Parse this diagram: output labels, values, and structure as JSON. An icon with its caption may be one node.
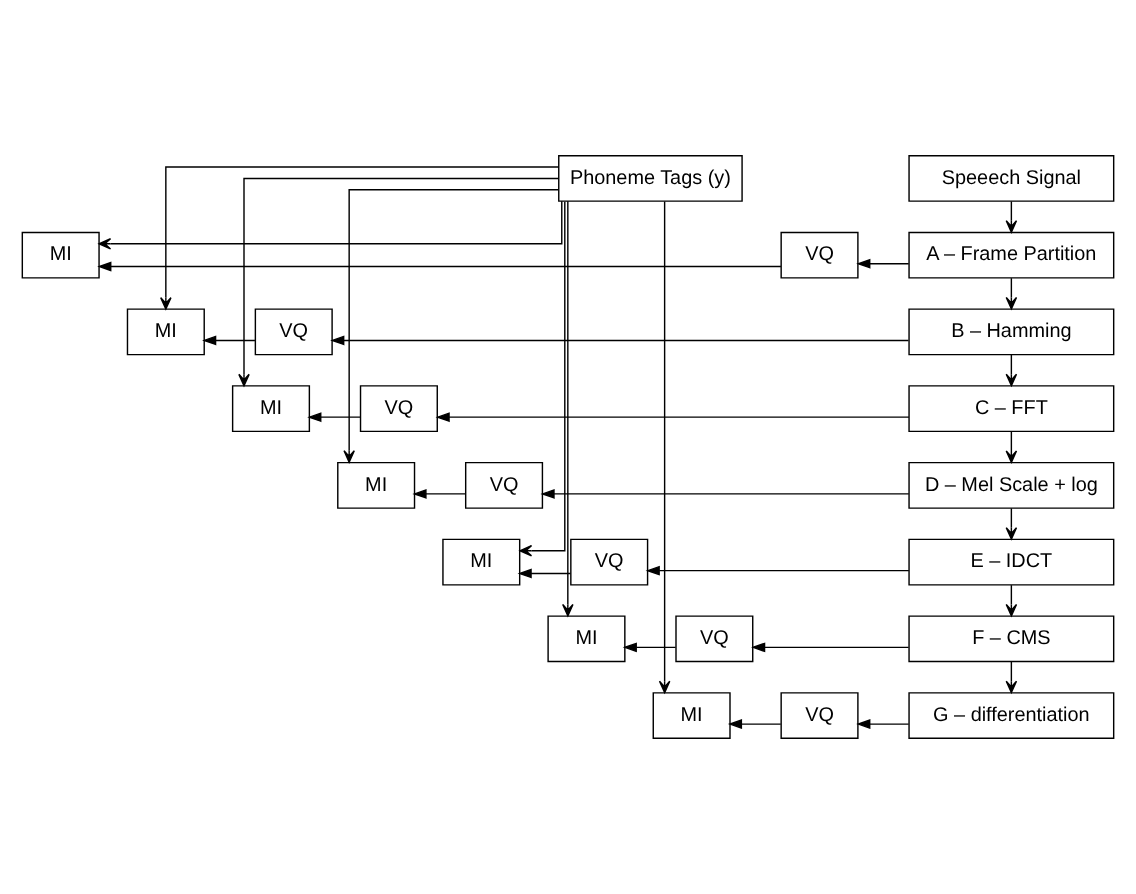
{
  "diagram": {
    "nodes": [
      {
        "text": [
          "Phoneme Tags (y)"
        ]
      },
      {
        "text": [
          "Speeech Signal"
        ]
      },
      {
        "text": [
          "MI"
        ]
      },
      {
        "text": [
          "VQ"
        ]
      },
      {
        "text": [
          "A – Frame Partition"
        ]
      },
      {
        "text": [
          "MI"
        ]
      },
      {
        "text": [
          "VQ"
        ]
      },
      {
        "text": [
          "B – Hamming"
        ]
      },
      {
        "text": [
          "MI"
        ]
      },
      {
        "text": [
          "VQ"
        ]
      },
      {
        "text": [
          "C – FFT"
        ]
      },
      {
        "text": [
          "MI"
        ]
      },
      {
        "text": [
          "VQ"
        ]
      },
      {
        "text": [
          "D – Mel Scale + log"
        ]
      },
      {
        "text": [
          "MI"
        ]
      },
      {
        "text": [
          "VQ"
        ]
      },
      {
        "text": [
          "E – IDCT"
        ]
      },
      {
        "text": [
          "MI"
        ]
      },
      {
        "text": [
          "VQ"
        ]
      },
      {
        "text": [
          "F – CMS"
        ]
      },
      {
        "text": [
          "MI"
        ]
      },
      {
        "text": [
          "VQ"
        ]
      },
      {
        "text": [
          "G – differentiation"
        ]
      }
    ],
    "edges": [
      {
        "from": 1,
        "to": 4,
        "arrow": "to"
      },
      {
        "from": 4,
        "to": 7,
        "arrow": "to"
      },
      {
        "from": 7,
        "to": 10,
        "arrow": "to"
      },
      {
        "from": 10,
        "to": 13,
        "arrow": "to"
      },
      {
        "from": 13,
        "to": 16,
        "arrow": "to"
      },
      {
        "from": 16,
        "to": 19,
        "arrow": "to"
      },
      {
        "from": 19,
        "to": 22,
        "arrow": "to"
      },
      {
        "from": 4,
        "to": 3,
        "arrow": "to"
      },
      {
        "from": 7,
        "to": 6,
        "arrow": "to"
      },
      {
        "from": 10,
        "to": 9,
        "arrow": "to"
      },
      {
        "from": 13,
        "to": 12,
        "arrow": "to"
      },
      {
        "from": 16,
        "to": 15,
        "arrow": "to"
      },
      {
        "from": 19,
        "to": 18,
        "arrow": "to"
      },
      {
        "from": 22,
        "to": 21,
        "arrow": "to"
      },
      {
        "from": 3,
        "to": 2,
        "arrow": "to"
      },
      {
        "from": 6,
        "to": 5,
        "arrow": "to"
      },
      {
        "from": 9,
        "to": 8,
        "arrow": "to"
      },
      {
        "from": 12,
        "to": 11,
        "arrow": "to"
      },
      {
        "from": 15,
        "to": 14,
        "arrow": "to"
      },
      {
        "from": 18,
        "to": 17,
        "arrow": "to"
      },
      {
        "from": 21,
        "to": 20,
        "arrow": "to"
      },
      {
        "from": 0,
        "to": 2,
        "arrow": "to"
      },
      {
        "from": 0,
        "to": 5,
        "arrow": "to"
      },
      {
        "from": 0,
        "to": 8,
        "arrow": "to"
      },
      {
        "from": 0,
        "to": 11,
        "arrow": "to"
      },
      {
        "from": 0,
        "to": 14,
        "arrow": "to"
      },
      {
        "from": 0,
        "to": 17,
        "arrow": "to"
      },
      {
        "from": 0,
        "to": 20,
        "arrow": "to"
      }
    ]
  }
}
